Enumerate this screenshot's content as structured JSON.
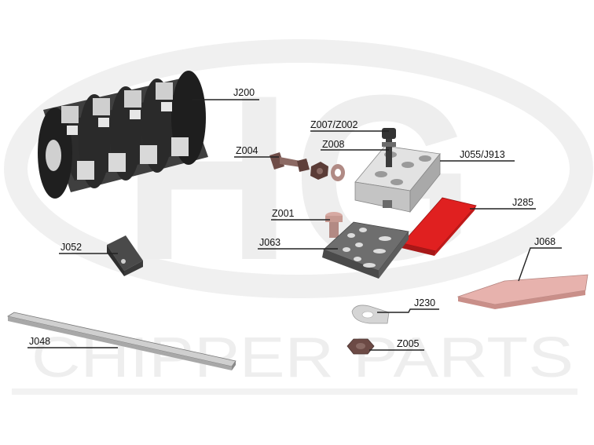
{
  "watermark": {
    "logo_text": "HG",
    "brand_text": "CHIPPER PARTS",
    "color": "#eeeeee"
  },
  "parts": {
    "J200": "J200",
    "Z007_Z002": "Z007/Z002",
    "Z008": "Z008",
    "Z004": "Z004",
    "J055_J913": "J055/J913",
    "J285": "J285",
    "Z001": "Z001",
    "J063": "J063",
    "J052": "J052",
    "J068": "J068",
    "J230": "J230",
    "J048": "J048",
    "Z005": "Z005"
  },
  "colors": {
    "highlight": "#e02020",
    "metal_dark": "#555555",
    "metal_light": "#cfcfcf",
    "bolt_brown": "#7a5a55",
    "knife_pink": "#e7b2ad"
  }
}
